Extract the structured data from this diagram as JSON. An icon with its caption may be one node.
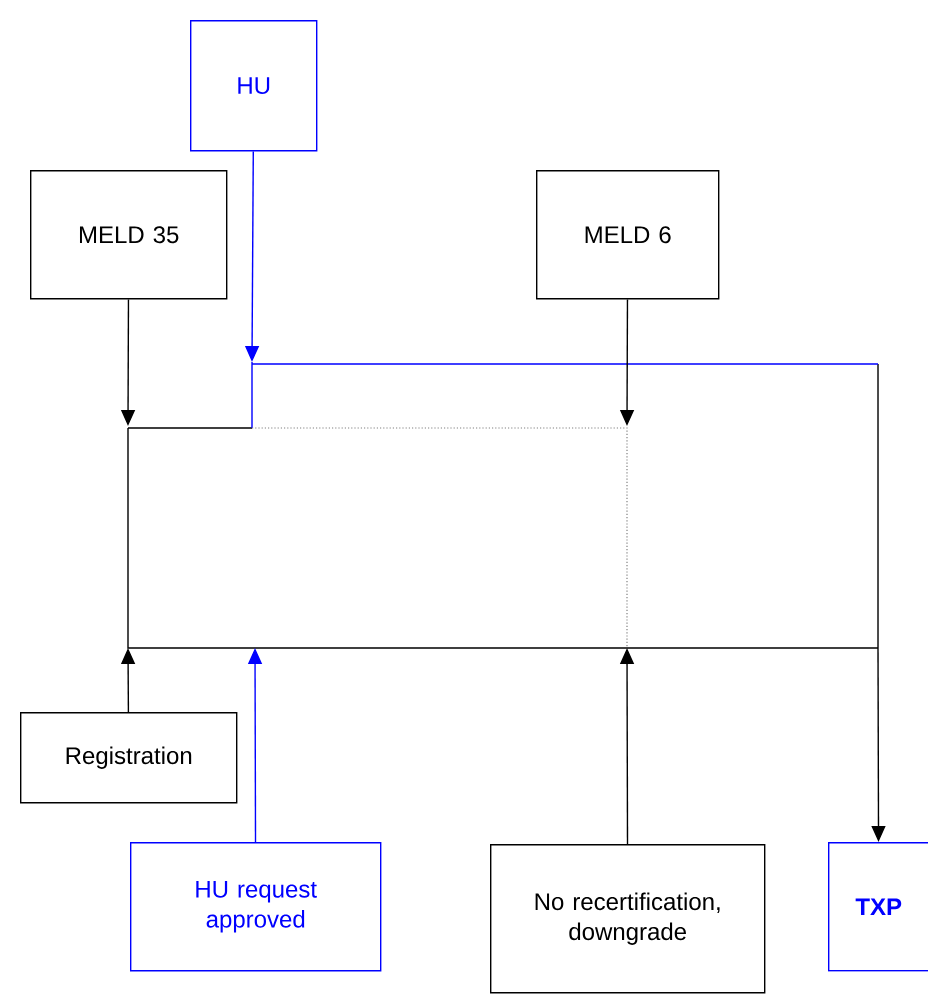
{
  "diagram": {
    "nodes": [
      {
        "text": [
          "HU"
        ]
      },
      {
        "text": [
          "MELD 35"
        ]
      },
      {
        "text": [
          "MELD 6"
        ]
      },
      {
        "text": [
          "Registration"
        ]
      },
      {
        "text": [
          "HU request approved"
        ]
      },
      {
        "text": [
          "No recertification, downgrade"
        ]
      },
      {
        "text": [
          "TXP"
        ]
      }
    ],
    "edges": [
      {
        "from": 0,
        "to": null,
        "arrow": "to",
        "color": "#0000ff"
      },
      {
        "from": 1,
        "to": null,
        "arrow": "to"
      },
      {
        "from": 2,
        "to": null,
        "arrow": "to"
      },
      {
        "from": 3,
        "to": null,
        "arrow": "to"
      },
      {
        "from": 4,
        "to": null,
        "arrow": "to",
        "color": "#0000ff"
      },
      {
        "from": 5,
        "to": null,
        "arrow": "to"
      },
      {
        "from": null,
        "to": 6,
        "arrow": "to"
      }
    ]
  }
}
